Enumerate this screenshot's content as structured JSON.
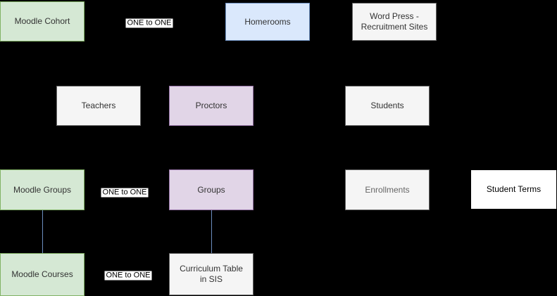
{
  "diagram": {
    "background": "#000000",
    "connector_color": "#6c8ebf",
    "nodes": [
      {
        "id": "moodle-cohort",
        "label": "Moodle Cohort",
        "fill": "#d5e8d4",
        "border": "#82b366",
        "text": "#333333"
      },
      {
        "id": "homerooms",
        "label": "Homerooms",
        "fill": "#dae8fc",
        "border": "#6c8ebf",
        "text": "#333333"
      },
      {
        "id": "wordpress-recruitment",
        "label": "Word Press - Recruitment Sites",
        "fill": "#f5f5f5",
        "border": "#666666",
        "text": "#333333"
      },
      {
        "id": "teachers",
        "label": "Teachers",
        "fill": "#f5f5f5",
        "border": "#666666",
        "text": "#333333"
      },
      {
        "id": "proctors",
        "label": "Proctors",
        "fill": "#e1d5e7",
        "border": "#9673a6",
        "text": "#333333"
      },
      {
        "id": "students",
        "label": "Students",
        "fill": "#f5f5f5",
        "border": "#666666",
        "text": "#333333"
      },
      {
        "id": "moodle-groups",
        "label": "Moodle Groups",
        "fill": "#d5e8d4",
        "border": "#82b366",
        "text": "#333333"
      },
      {
        "id": "groups",
        "label": "Groups",
        "fill": "#e1d5e7",
        "border": "#9673a6",
        "text": "#333333"
      },
      {
        "id": "enrollments",
        "label": "Enrollments",
        "fill": "#f5f5f5",
        "border": "#666666",
        "text": "#666666"
      },
      {
        "id": "student-terms",
        "label": "Student Terms",
        "fill": "#ffffff",
        "border": "#000000",
        "text": "#000000"
      },
      {
        "id": "moodle-courses",
        "label": "Moodle Courses",
        "fill": "#d5e8d4",
        "border": "#82b366",
        "text": "#333333"
      },
      {
        "id": "curriculum-table-in-sis",
        "label": "Curriculum Table in SIS",
        "fill": "#f5f5f5",
        "border": "#666666",
        "text": "#333333"
      }
    ],
    "edge_labels": [
      {
        "text": "ONE to ONE"
      },
      {
        "text": "ONE to ONE"
      },
      {
        "text": "ONE to ONE"
      }
    ]
  }
}
